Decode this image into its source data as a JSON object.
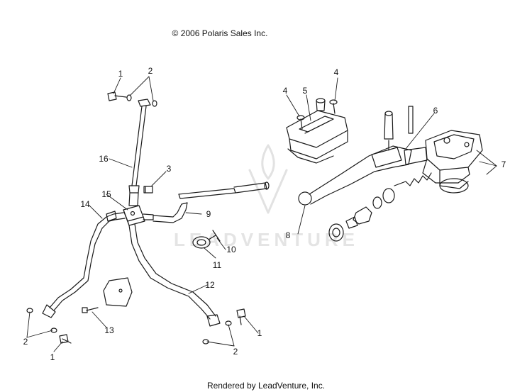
{
  "header": {
    "copyright": "© 2006 Polaris Sales Inc."
  },
  "footer": {
    "rendered_by": "Rendered by LeadVenture, Inc."
  },
  "watermark": {
    "text": "LEADVENTURE"
  },
  "callouts": {
    "c1_top": "1",
    "c2_top": "2",
    "c16": "16",
    "c3": "3",
    "c15": "15",
    "c14": "14",
    "c9": "9",
    "c10": "10",
    "c11": "11",
    "c12": "12",
    "c13": "13",
    "c2_bottom_left": "2",
    "c1_bottom_left": "1",
    "c1_bottom_right": "1",
    "c2_bottom_right": "2",
    "c4_left": "4",
    "c5": "5",
    "c4_right": "4",
    "c6": "6",
    "c7": "7",
    "c8": "8"
  },
  "colors": {
    "line": "#1a1a1a",
    "watermark": "#e6e6e6"
  }
}
